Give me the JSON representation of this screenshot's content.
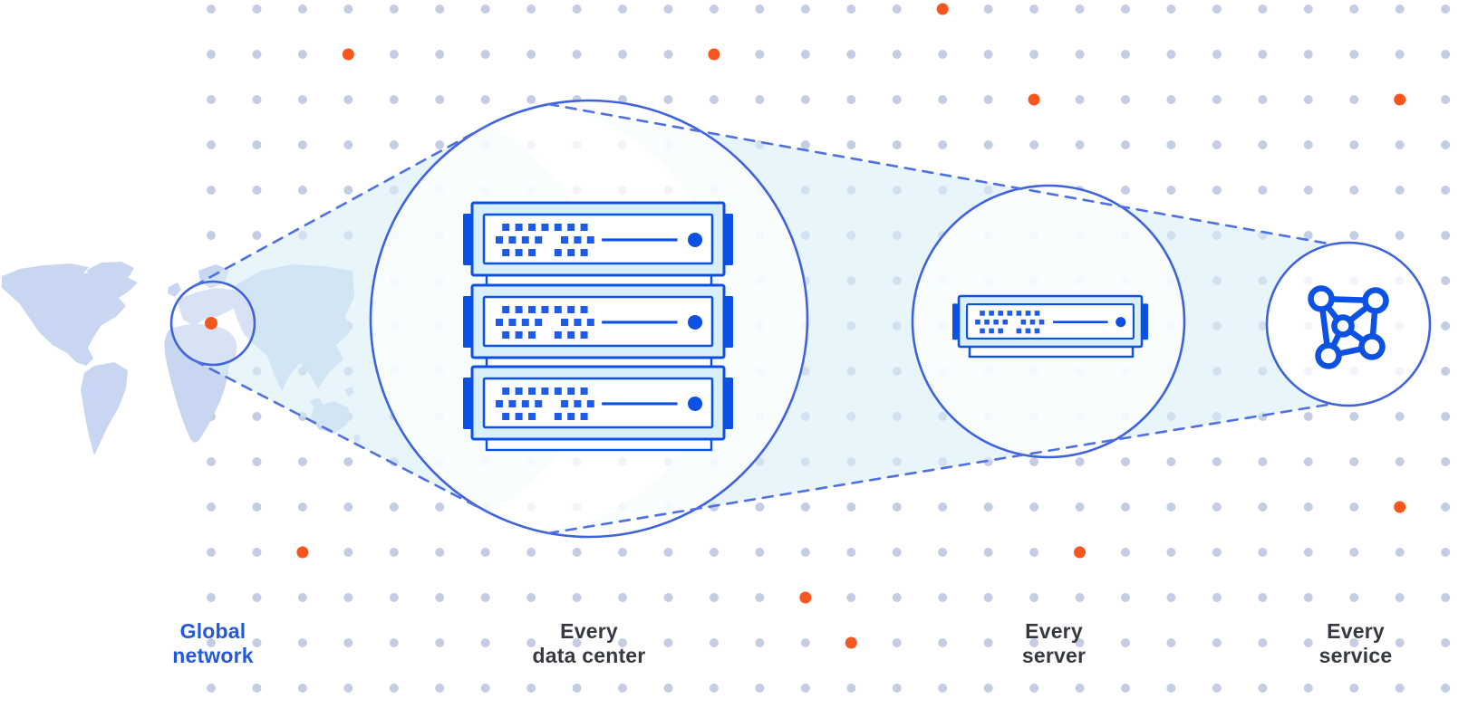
{
  "diagram": {
    "stages": [
      {
        "name": "global-network",
        "icon": "world-map-circle-icon",
        "label": "Global network",
        "label_line1": "Global",
        "label_line2": "network",
        "label_color": "#2457E0"
      },
      {
        "name": "data-center",
        "icon": "server-rack-icon",
        "label": "Every data center",
        "label_line1": "Every",
        "label_line2": "data center",
        "label_color": "#363A40"
      },
      {
        "name": "server",
        "icon": "server-unit-icon",
        "label": "Every server",
        "label_line1": "Every",
        "label_line2": "server",
        "label_color": "#363A40"
      },
      {
        "name": "service",
        "icon": "network-mesh-icon",
        "label": "Every service",
        "label_line1": "Every",
        "label_line2": "service",
        "label_color": "#363A40"
      }
    ],
    "colors": {
      "background": "#FFFFFF",
      "grid_dot": "#C5CDE4",
      "accent_orange": "#F8561F",
      "outline_blue": "#3E63DC",
      "dash_blue": "#4E70E3",
      "server_blue": "#0B51E3",
      "matrix_blue": "#1E5BE6",
      "chassis_cyan": "#D9EFFA",
      "beam_cyan": "#D8EFF8",
      "map_blue": "#C9D6F1",
      "label_dark": "#363A40",
      "label_blue": "#2457E0"
    }
  }
}
